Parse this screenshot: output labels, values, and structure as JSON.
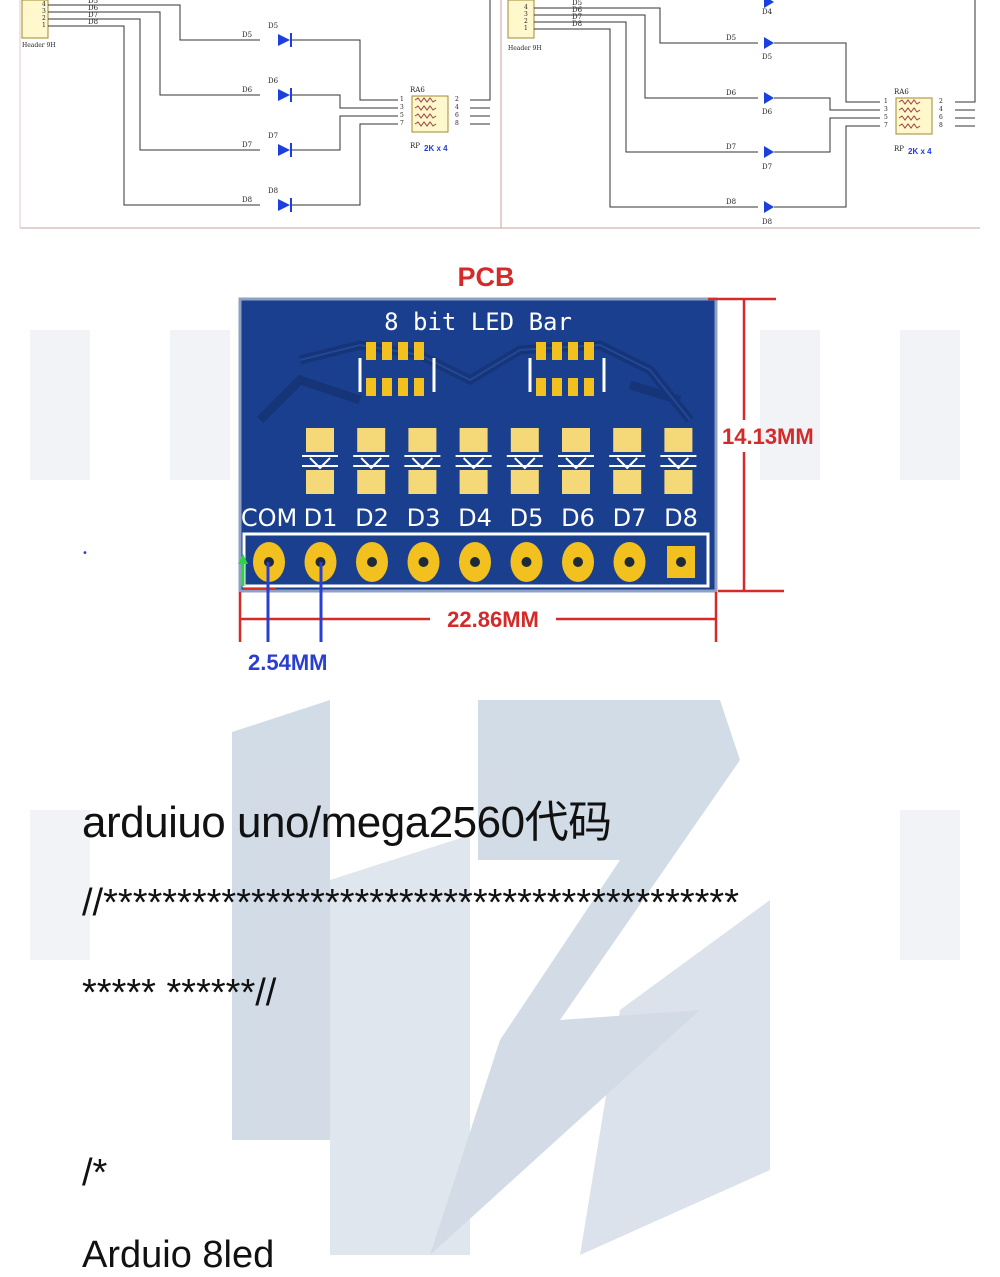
{
  "schematic": {
    "left": {
      "header_name": "Header 9H",
      "pin_nums": [
        "4",
        "3",
        "2",
        "1"
      ],
      "pin_nets": [
        "D5",
        "D6",
        "D7",
        "D8"
      ],
      "leds": [
        "D5",
        "D6",
        "D7",
        "D8"
      ],
      "nets": [
        "D5",
        "D6",
        "D7",
        "D8"
      ],
      "ra_ref": "RA6",
      "ra_value": "2K x 4",
      "ra_prefix": "RP",
      "ra_pins_left": [
        "1",
        "3",
        "5",
        "7"
      ],
      "ra_pins_right": [
        "2",
        "4",
        "6",
        "8"
      ]
    },
    "right": {
      "header_name": "Header 9H",
      "pin_nums": [
        "4",
        "3",
        "2",
        "1"
      ],
      "pin_nets": [
        "D5",
        "D6",
        "D7",
        "D8"
      ],
      "leds": [
        "D4",
        "D5",
        "D6",
        "D7",
        "D8"
      ],
      "nets": [
        "D5",
        "D6",
        "D7",
        "D8"
      ],
      "ra_ref": "RA6",
      "ra_value": "2K x 4",
      "ra_prefix": "RP",
      "ra_pins_left": [
        "1",
        "3",
        "5",
        "7"
      ],
      "ra_pins_right": [
        "2",
        "4",
        "6",
        "8"
      ]
    }
  },
  "pcb": {
    "title": "PCB",
    "board_label": "8 bit LED Bar",
    "pin_labels": [
      "COM",
      "D1",
      "D2",
      "D3",
      "D4",
      "D5",
      "D6",
      "D7",
      "D8"
    ],
    "dim_height": "14.13MM",
    "dim_width": "22.86MM",
    "dim_pitch": "2.54MM",
    "colors": {
      "board": "#1a3f8f",
      "pad": "#f2c11f",
      "copper_pad": "#f5d878",
      "dim_red": "#d42a2a",
      "dim_blue": "#2a3fd0"
    }
  },
  "code": {
    "heading": "arduiuo uno/mega2560代码",
    "lines": [
      "//*******************************************",
      "***** ******//",
      "/*",
      "Arduio 8led"
    ]
  }
}
